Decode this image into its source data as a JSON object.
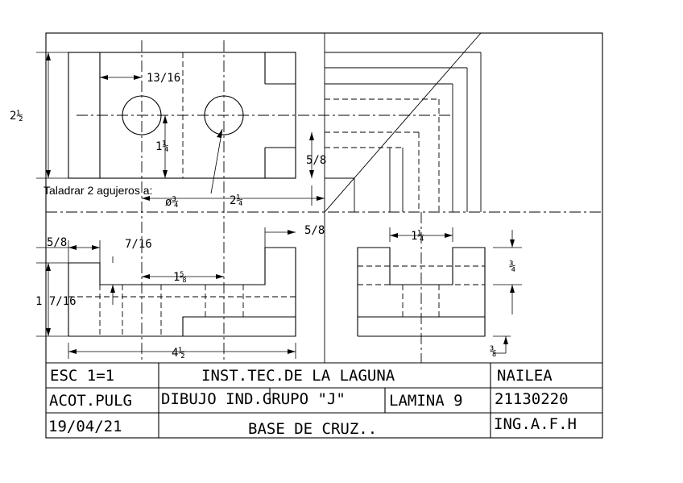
{
  "note": {
    "drill": "Taladrar 2 agujeros a:"
  },
  "dims": {
    "overall_height": "2½",
    "hole_spacing": "13/16",
    "hole_offset": "1¼",
    "hole_dia": "ø¾",
    "hole_dist": "2¼",
    "slot_depth": "5/8",
    "top_step": "5/8",
    "left_step_h": "5/8",
    "left_step_w": "7/16",
    "slot_width_front": "1⅝",
    "front_height": "1 7/16",
    "overall_width": "4½",
    "slot_width_side": "1¼",
    "side_step_h": "¾",
    "base_thickness": "⅜"
  },
  "title_block": {
    "scale": "ESC 1=1",
    "institution": "INST.TEC.DE LA LAGUNA",
    "student": "NAILEA",
    "units": "ACOT.PULG",
    "course": "DIBUJO IND.GRUPO \"J\"",
    "sheet": "LAMINA 9",
    "student_id": "21130220",
    "date": "19/04/21",
    "part_name": "BASE DE CRUZ..",
    "teacher": "ING.A.F.H"
  }
}
